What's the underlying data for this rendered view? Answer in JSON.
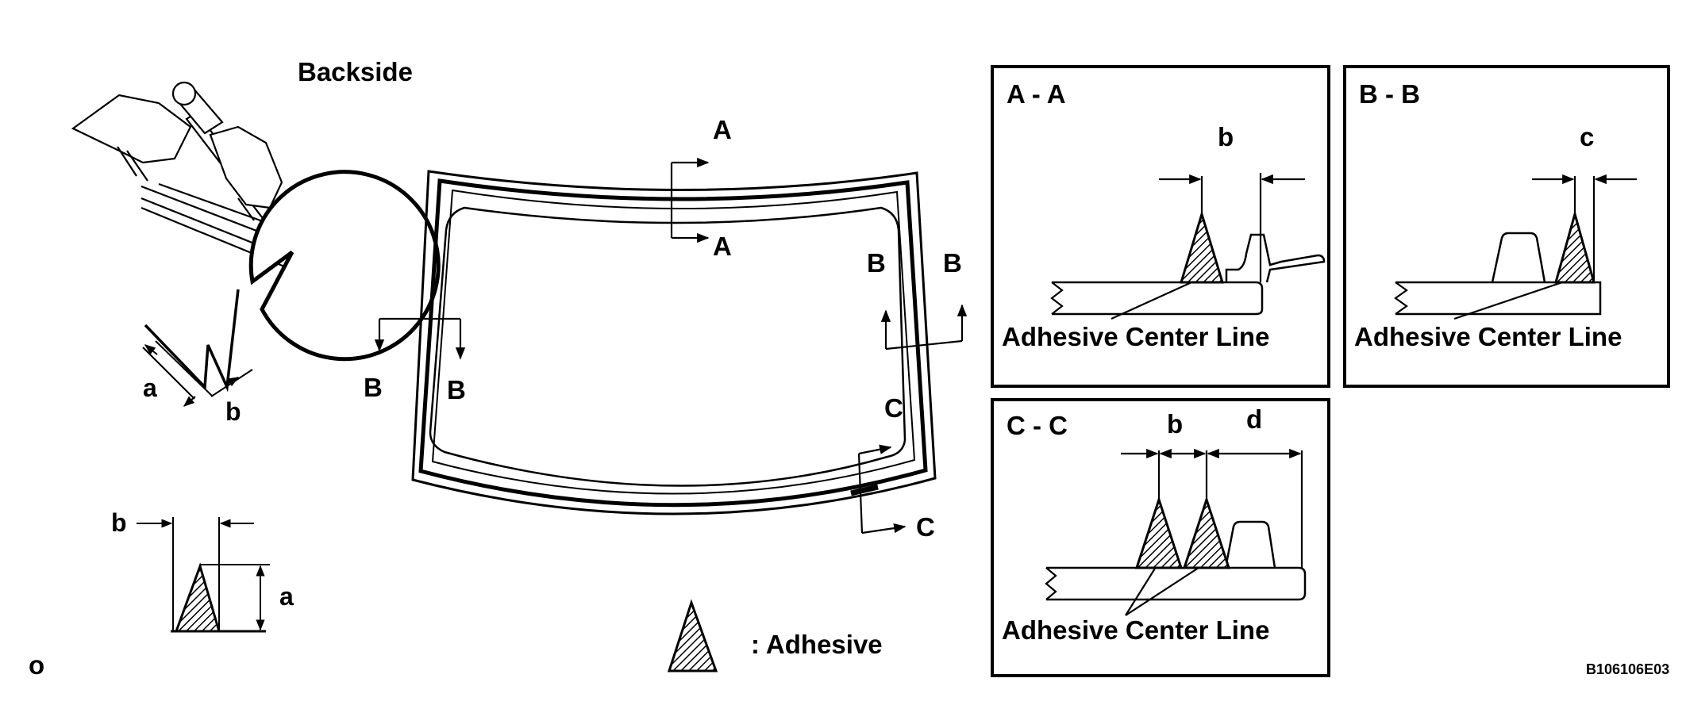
{
  "backside_label": "Backside",
  "bead_callouts": {
    "a": "a",
    "b": "b"
  },
  "bead_dimension": {
    "b": "b",
    "a": "a"
  },
  "page_marker": "o",
  "glass_section_marks": {
    "a_top": "A",
    "a_bottom": "A",
    "b_left_1": "B",
    "b_left_2": "B",
    "b_right_1": "B",
    "b_right_2": "B",
    "c_top": "C",
    "c_bottom": "C"
  },
  "legend": {
    "adhesive_label": ": Adhesive"
  },
  "section_aa": {
    "title": "A - A",
    "dim": "b",
    "caption": "Adhesive Center Line"
  },
  "section_bb": {
    "title": "B - B",
    "dim": "c",
    "caption": "Adhesive Center Line"
  },
  "section_cc": {
    "title": "C - C",
    "dim_b": "b",
    "dim_d": "d",
    "caption": "Adhesive Center Line"
  },
  "figure_code": "B106106E03"
}
